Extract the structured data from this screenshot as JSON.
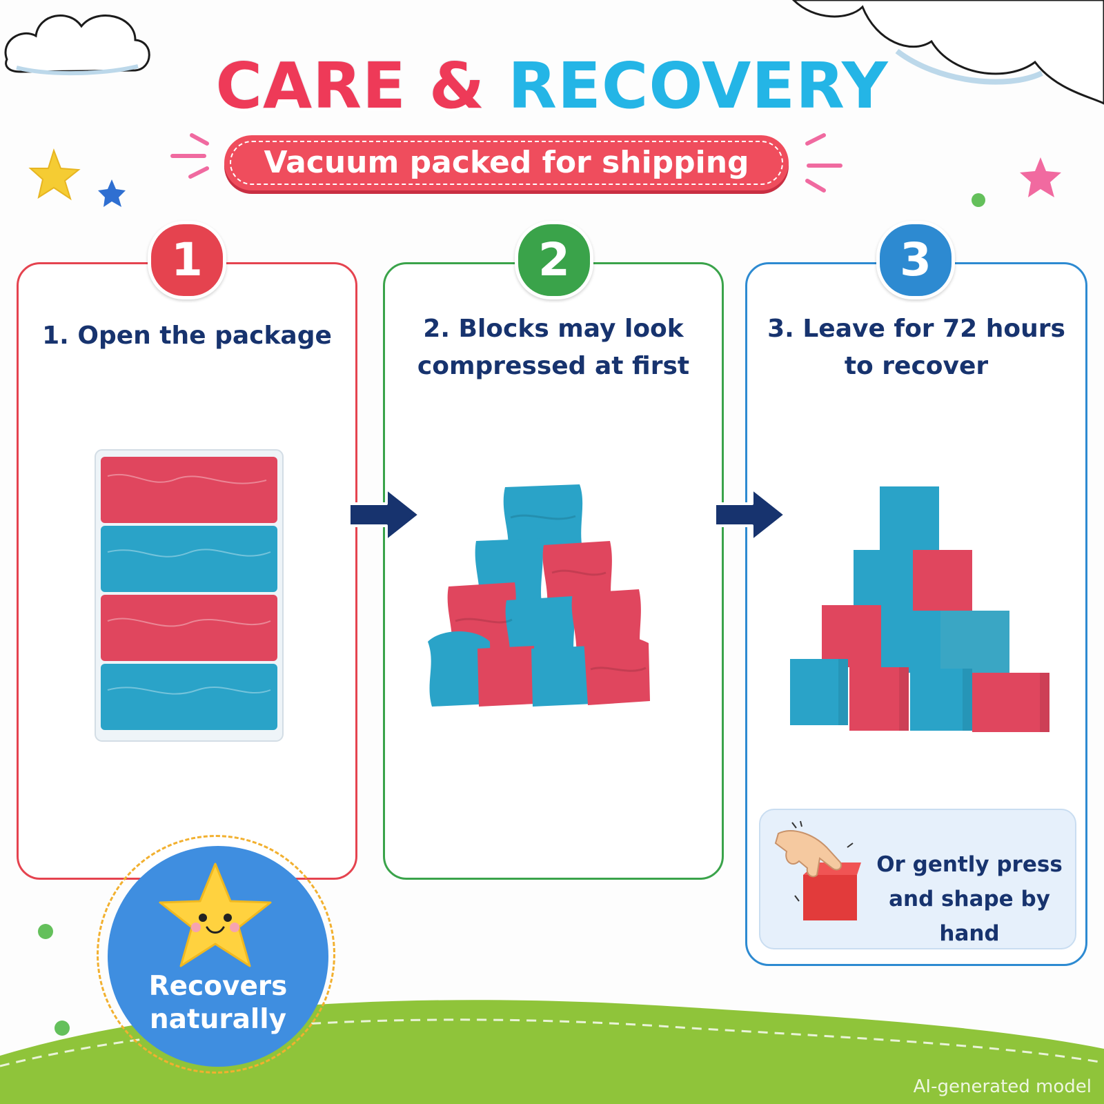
{
  "header": {
    "title_part1": "CARE &",
    "title_part2": "RECOVERY",
    "subtitle": "Vacuum packed for shipping"
  },
  "steps": [
    {
      "number": "1",
      "label_line1": "1. Open the package",
      "label_line2": ""
    },
    {
      "number": "2",
      "label_line1": "2. Blocks may look",
      "label_line2": "compressed at first"
    },
    {
      "number": "3",
      "label_line1": "3. Leave for 72 hours",
      "label_line2": "to recover"
    }
  ],
  "tip": {
    "line1": "Or gently press",
    "line2": "and shape by hand",
    "icon": "hand-press-icon"
  },
  "badge": {
    "line1": "Recovers",
    "line2": "naturally",
    "icon": "smiling-star-icon"
  },
  "watermark": "AI-generated model",
  "colors": {
    "red": "#e5434f",
    "green": "#3aa34a",
    "blue": "#2d8ad1",
    "pink_title": "#ee3a58",
    "cyan_title": "#24b5e6",
    "navy_text": "#17336e",
    "block_red": "#e0465e",
    "block_blue": "#2aa3c8",
    "grass": "#8fc43a"
  }
}
